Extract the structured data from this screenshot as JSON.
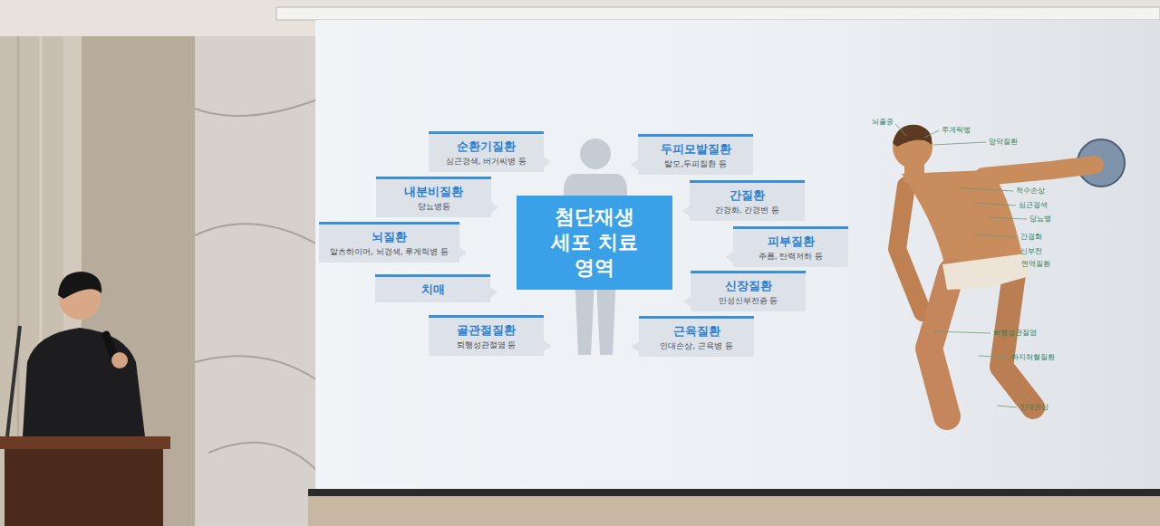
{
  "diagram": {
    "nodes": [
      {
        "text": [
          "순환기질환",
          "심근경색, 버거씨병 등"
        ]
      },
      {
        "text": [
          "두피모발질환",
          "탈모,두피질환 등"
        ]
      },
      {
        "text": [
          "내분비질환",
          "당뇨병등"
        ]
      },
      {
        "text": [
          "간질환",
          "간경화, 간경변 등"
        ]
      },
      {
        "text": [
          "첨단재생 세포 치료 영역"
        ]
      },
      {
        "text": [
          "뇌질환",
          "알츠하이머, 뇌경색, 루게릭병 등"
        ]
      },
      {
        "text": [
          "피부질환",
          "주름, 탄력저하 등"
        ]
      },
      {
        "text": [
          "치매"
        ]
      },
      {
        "text": [
          "신장질환",
          "만성신부전증 등"
        ]
      },
      {
        "text": [
          "골관절질환",
          "퇴행성관절염 등"
        ]
      },
      {
        "text": [
          "근육질환",
          "인대손상, 근육병 등"
        ]
      }
    ],
    "labels": [
      "뇌졸중",
      "루게릭병",
      "망막질환",
      "척수손상",
      "심근경색",
      "당뇨병",
      "간경화",
      "신부전",
      "면역질환",
      "퇴행성관절염",
      "하지허혈질환",
      "인대손상"
    ]
  }
}
